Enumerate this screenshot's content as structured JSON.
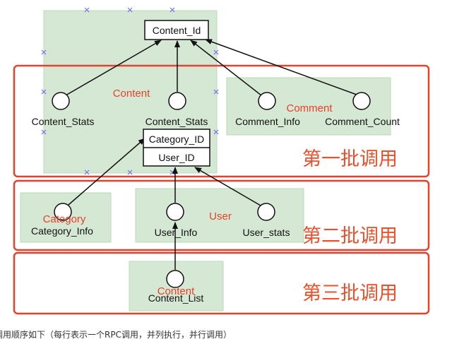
{
  "groups": {
    "content": "Content",
    "comment": "Comment",
    "category": "Category",
    "user": "User",
    "content_list": "Content"
  },
  "nodes": {
    "content_id": "Content_Id",
    "content_stats_1": "Content_Stats",
    "content_stats_2": "Content_Stats",
    "category_id": "Category_ID",
    "user_id": "User_ID",
    "comment_info": "Comment_Info",
    "comment_count": "Comment_Count",
    "category_info": "Category_Info",
    "user_info": "User_Info",
    "user_stats": "User_stats",
    "content_list": "Content_List"
  },
  "batches": {
    "first": "第一批调用",
    "second": "第二批调用",
    "third": "第三批调用"
  },
  "caption": "调用顺序如下（每行表示一个RPC调用，并列执行，并行调用）",
  "colors": {
    "group_fill": "#d5e8d4",
    "group_stroke": "#97c08f",
    "batch_border": "#e8402a",
    "label_red": "#e8402a",
    "selection_handle": "#6f6ff0"
  }
}
